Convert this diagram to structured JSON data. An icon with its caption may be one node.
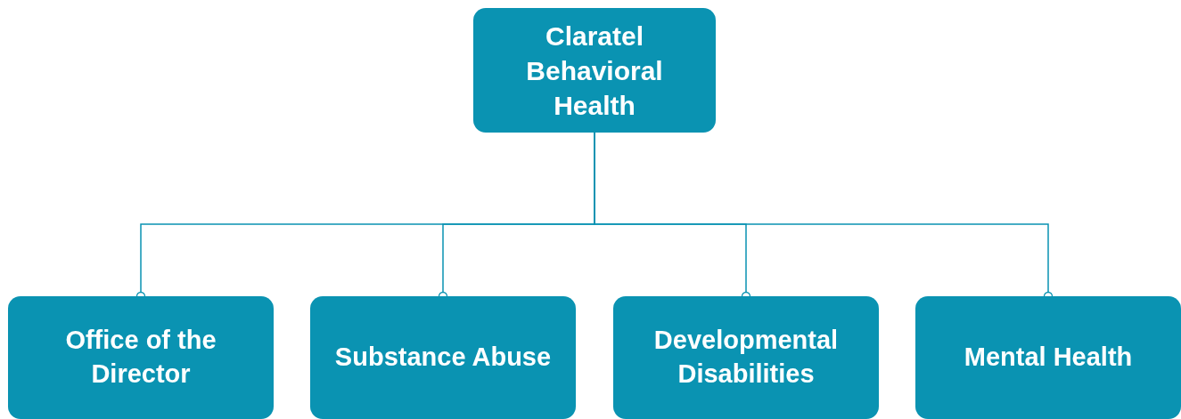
{
  "diagram": {
    "nodes": [
      {
        "text": [
          "Claratel Behavioral Health"
        ]
      },
      {
        "text": [
          "Office of the Director"
        ]
      },
      {
        "text": [
          "Substance Abuse"
        ]
      },
      {
        "text": [
          "Developmental Disabilities"
        ]
      },
      {
        "text": [
          "Mental Health"
        ]
      }
    ],
    "edges": [
      {
        "from": 0,
        "to": 1,
        "arrow": "other"
      },
      {
        "from": 0,
        "to": 2,
        "arrow": "other"
      },
      {
        "from": 0,
        "to": 3,
        "arrow": "other"
      },
      {
        "from": 0,
        "to": 4,
        "arrow": "other"
      }
    ]
  }
}
